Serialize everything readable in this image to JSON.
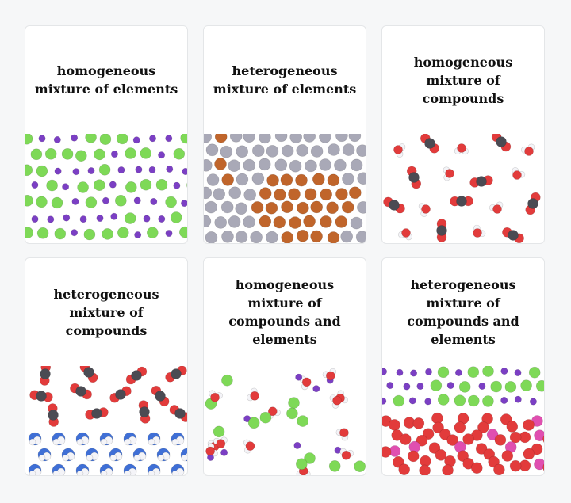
{
  "colors": {
    "green_atom": "#7ed957",
    "purple_atom": "#7b3fc4",
    "gray_atom": "#a9a9b7",
    "copper_atom": "#c0652b",
    "red_atom": "#e23b3b",
    "dark_atom": "#4b4b53",
    "white_atom": "#f4f4f8",
    "blue_atom": "#3f6fd6",
    "pink_atom": "#e04fb0"
  },
  "panels": [
    {
      "label_lines": [
        "homogeneous",
        "mixture of elements"
      ]
    },
    {
      "label_lines": [
        "heterogeneous",
        "mixture of elements"
      ]
    },
    {
      "label_lines": [
        "homogeneous",
        "mixture of",
        "compounds"
      ]
    },
    {
      "label_lines": [
        "heterogeneous",
        "mixture of",
        "compounds"
      ]
    },
    {
      "label_lines": [
        "homogeneous",
        "mixture of",
        "compounds and",
        "elements"
      ]
    },
    {
      "label_lines": [
        "heterogeneous",
        "mixture of",
        "compounds and",
        "elements"
      ]
    }
  ]
}
